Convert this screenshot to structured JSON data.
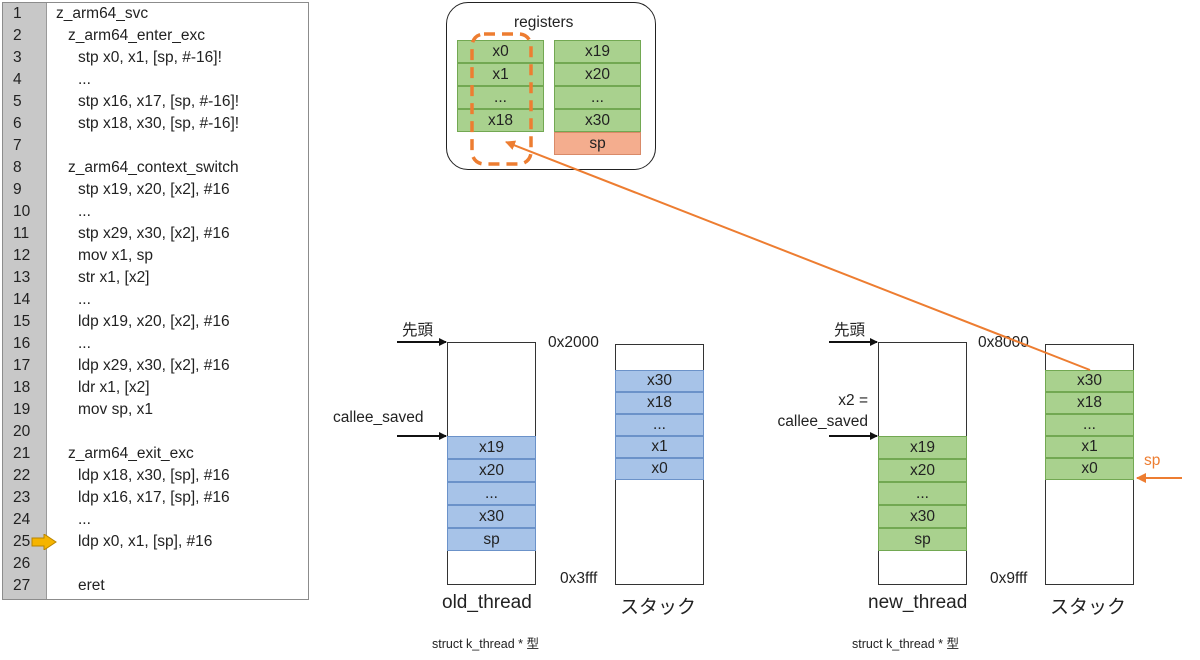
{
  "code": {
    "lines": [
      {
        "n": "1",
        "text": "z_arm64_svc",
        "indent": 0
      },
      {
        "n": "2",
        "text": "z_arm64_enter_exc",
        "indent": 1
      },
      {
        "n": "3",
        "text": "stp x0, x1, [sp, #-16]!",
        "indent": 2
      },
      {
        "n": "4",
        "text": "...",
        "indent": 2
      },
      {
        "n": "5",
        "text": "stp x16, x17, [sp, #-16]!",
        "indent": 2
      },
      {
        "n": "6",
        "text": "stp x18, x30, [sp, #-16]!",
        "indent": 2
      },
      {
        "n": "7",
        "text": "",
        "indent": 0
      },
      {
        "n": "8",
        "text": "z_arm64_context_switch",
        "indent": 1
      },
      {
        "n": "9",
        "text": "stp x19, x20, [x2], #16",
        "indent": 2
      },
      {
        "n": "10",
        "text": "...",
        "indent": 2
      },
      {
        "n": "11",
        "text": "stp x29, x30, [x2], #16",
        "indent": 2
      },
      {
        "n": "12",
        "text": "mov x1, sp",
        "indent": 2
      },
      {
        "n": "13",
        "text": "str x1, [x2]",
        "indent": 2
      },
      {
        "n": "14",
        "text": "...",
        "indent": 2
      },
      {
        "n": "15",
        "text": "ldp x19, x20, [x2], #16",
        "indent": 2
      },
      {
        "n": "16",
        "text": "...",
        "indent": 2
      },
      {
        "n": "17",
        "text": "ldp x29, x30, [x2], #16",
        "indent": 2
      },
      {
        "n": "18",
        "text": "ldr x1, [x2]",
        "indent": 2
      },
      {
        "n": "19",
        "text": "mov sp, x1",
        "indent": 2
      },
      {
        "n": "20",
        "text": "",
        "indent": 0
      },
      {
        "n": "21",
        "text": "z_arm64_exit_exc",
        "indent": 1
      },
      {
        "n": "22",
        "text": "ldp x18, x30, [sp], #16",
        "indent": 2
      },
      {
        "n": "23",
        "text": "ldp x16, x17, [sp], #16",
        "indent": 2
      },
      {
        "n": "24",
        "text": "...",
        "indent": 2
      },
      {
        "n": "25",
        "text": "ldp x0, x1, [sp], #16",
        "indent": 2
      },
      {
        "n": "26",
        "text": "",
        "indent": 0
      },
      {
        "n": "27",
        "text": "eret",
        "indent": 2
      }
    ],
    "current_line": "25"
  },
  "registers": {
    "title": "registers",
    "left": [
      "x0",
      "x1",
      "...",
      "x18"
    ],
    "right": [
      "x19",
      "x20",
      "...",
      "x30",
      "sp"
    ]
  },
  "old_thread": {
    "head_label": "先頭",
    "callee_label": "callee_saved",
    "cells": [
      "x19",
      "x20",
      "...",
      "x30",
      "sp"
    ],
    "name": "old_thread",
    "type": "struct k_thread * 型"
  },
  "old_stack": {
    "addr_top": "0x2000",
    "addr_bottom": "0x3fff",
    "cells": [
      "x30",
      "x18",
      "...",
      "x1",
      "x0"
    ],
    "name": "スタック"
  },
  "new_thread": {
    "head_label": "先頭",
    "callee_label_1": "x2 =",
    "callee_label_2": "callee_saved",
    "cells": [
      "x19",
      "x20",
      "...",
      "x30",
      "sp"
    ],
    "name": "new_thread",
    "type": "struct k_thread * 型"
  },
  "new_stack": {
    "addr_top": "0x8000",
    "addr_bottom": "0x9fff",
    "cells": [
      "x30",
      "x18",
      "...",
      "x1",
      "x0"
    ],
    "name": "スタック",
    "sp_label": "sp"
  },
  "colors": {
    "blue": "#a7c3e8",
    "green": "#a9d18e",
    "salmon": "#f4ad8e",
    "orange": "#ed7d31",
    "arrow_yellow": "#f5b400"
  }
}
